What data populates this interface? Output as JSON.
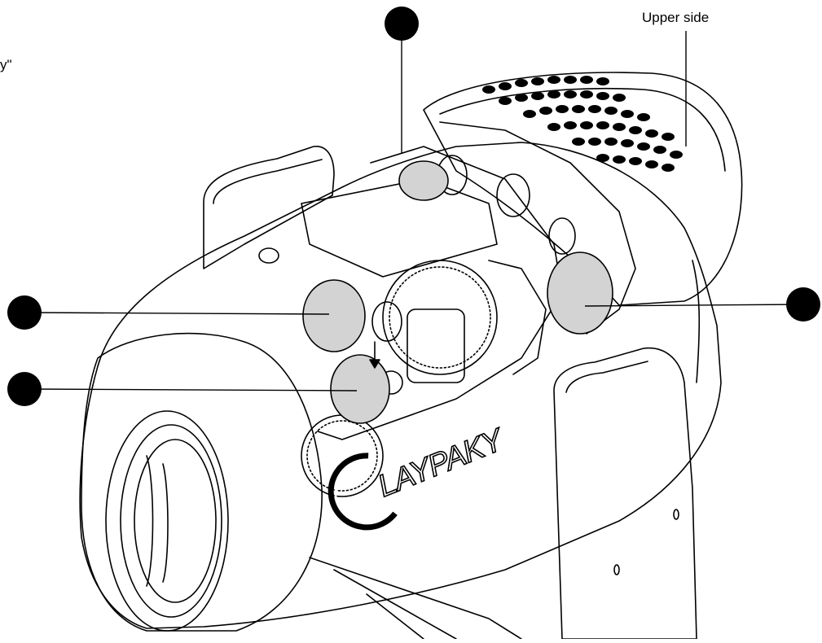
{
  "labels": {
    "upper_side": "Upper side",
    "clipped_text": "y\""
  },
  "brand": {
    "logo_text": "LAYPAKY",
    "logo_text_top": "CLAYPAKY"
  },
  "callouts": [
    {
      "id": "top",
      "color": "#000000"
    },
    {
      "id": "left-upper",
      "color": "#000000"
    },
    {
      "id": "left-lower",
      "color": "#000000"
    },
    {
      "id": "right",
      "color": "#000000"
    }
  ],
  "colors": {
    "line": "#000000",
    "highlight": "#d3d3d3",
    "background": "#ffffff"
  }
}
